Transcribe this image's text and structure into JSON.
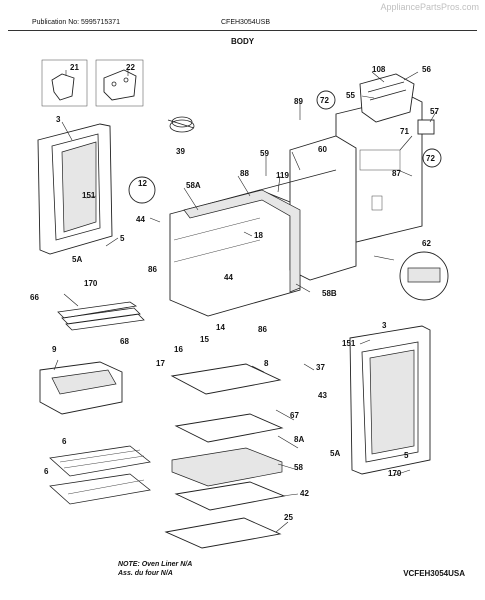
{
  "header": {
    "publication": "Publication No: 5995715371",
    "model": "CFEH3054USB",
    "watermark": "AppliancePartsPros.com"
  },
  "title": "BODY",
  "parts": [
    {
      "id": "p21",
      "label": "21"
    },
    {
      "id": "p22",
      "label": "22"
    },
    {
      "id": "p3a",
      "label": "3"
    },
    {
      "id": "p151a",
      "label": "151"
    },
    {
      "id": "p39",
      "label": "39"
    },
    {
      "id": "p108",
      "label": "108"
    },
    {
      "id": "p56",
      "label": "56"
    },
    {
      "id": "p55",
      "label": "55"
    },
    {
      "id": "p72a",
      "label": "72"
    },
    {
      "id": "p89",
      "label": "89"
    },
    {
      "id": "p57",
      "label": "57"
    },
    {
      "id": "p71",
      "label": "71"
    },
    {
      "id": "p72b",
      "label": "72"
    },
    {
      "id": "p87",
      "label": "87"
    },
    {
      "id": "p59",
      "label": "59"
    },
    {
      "id": "p60",
      "label": "60"
    },
    {
      "id": "p88",
      "label": "88"
    },
    {
      "id": "p119",
      "label": "119"
    },
    {
      "id": "p58A",
      "label": "58A"
    },
    {
      "id": "p12",
      "label": "12"
    },
    {
      "id": "p44a",
      "label": "44"
    },
    {
      "id": "p18",
      "label": "18"
    },
    {
      "id": "p5a",
      "label": "5"
    },
    {
      "id": "p5Aa",
      "label": "5A"
    },
    {
      "id": "p62",
      "label": "62"
    },
    {
      "id": "p86a",
      "label": "86"
    },
    {
      "id": "p44b",
      "label": "44"
    },
    {
      "id": "p170a",
      "label": "170"
    },
    {
      "id": "p66",
      "label": "66"
    },
    {
      "id": "p58B",
      "label": "58B"
    },
    {
      "id": "p86b",
      "label": "86"
    },
    {
      "id": "p14",
      "label": "14"
    },
    {
      "id": "p15",
      "label": "15"
    },
    {
      "id": "p16",
      "label": "16"
    },
    {
      "id": "p68",
      "label": "68"
    },
    {
      "id": "p3b",
      "label": "3"
    },
    {
      "id": "p151b",
      "label": "151"
    },
    {
      "id": "p9",
      "label": "9"
    },
    {
      "id": "p17",
      "label": "17"
    },
    {
      "id": "p8",
      "label": "8"
    },
    {
      "id": "p37",
      "label": "37"
    },
    {
      "id": "p43",
      "label": "43"
    },
    {
      "id": "p67",
      "label": "67"
    },
    {
      "id": "p6a",
      "label": "6"
    },
    {
      "id": "p8A",
      "label": "8A"
    },
    {
      "id": "p6b",
      "label": "6"
    },
    {
      "id": "p5b",
      "label": "5"
    },
    {
      "id": "p5Ab",
      "label": "5A"
    },
    {
      "id": "p58",
      "label": "58"
    },
    {
      "id": "p170b",
      "label": "170"
    },
    {
      "id": "p42",
      "label": "42"
    },
    {
      "id": "p25",
      "label": "25"
    }
  ],
  "note": {
    "line1": "NOTE: Oven Liner N/A",
    "line2": "Ass. du four N/A"
  },
  "footer": "VCFEH3054USA"
}
